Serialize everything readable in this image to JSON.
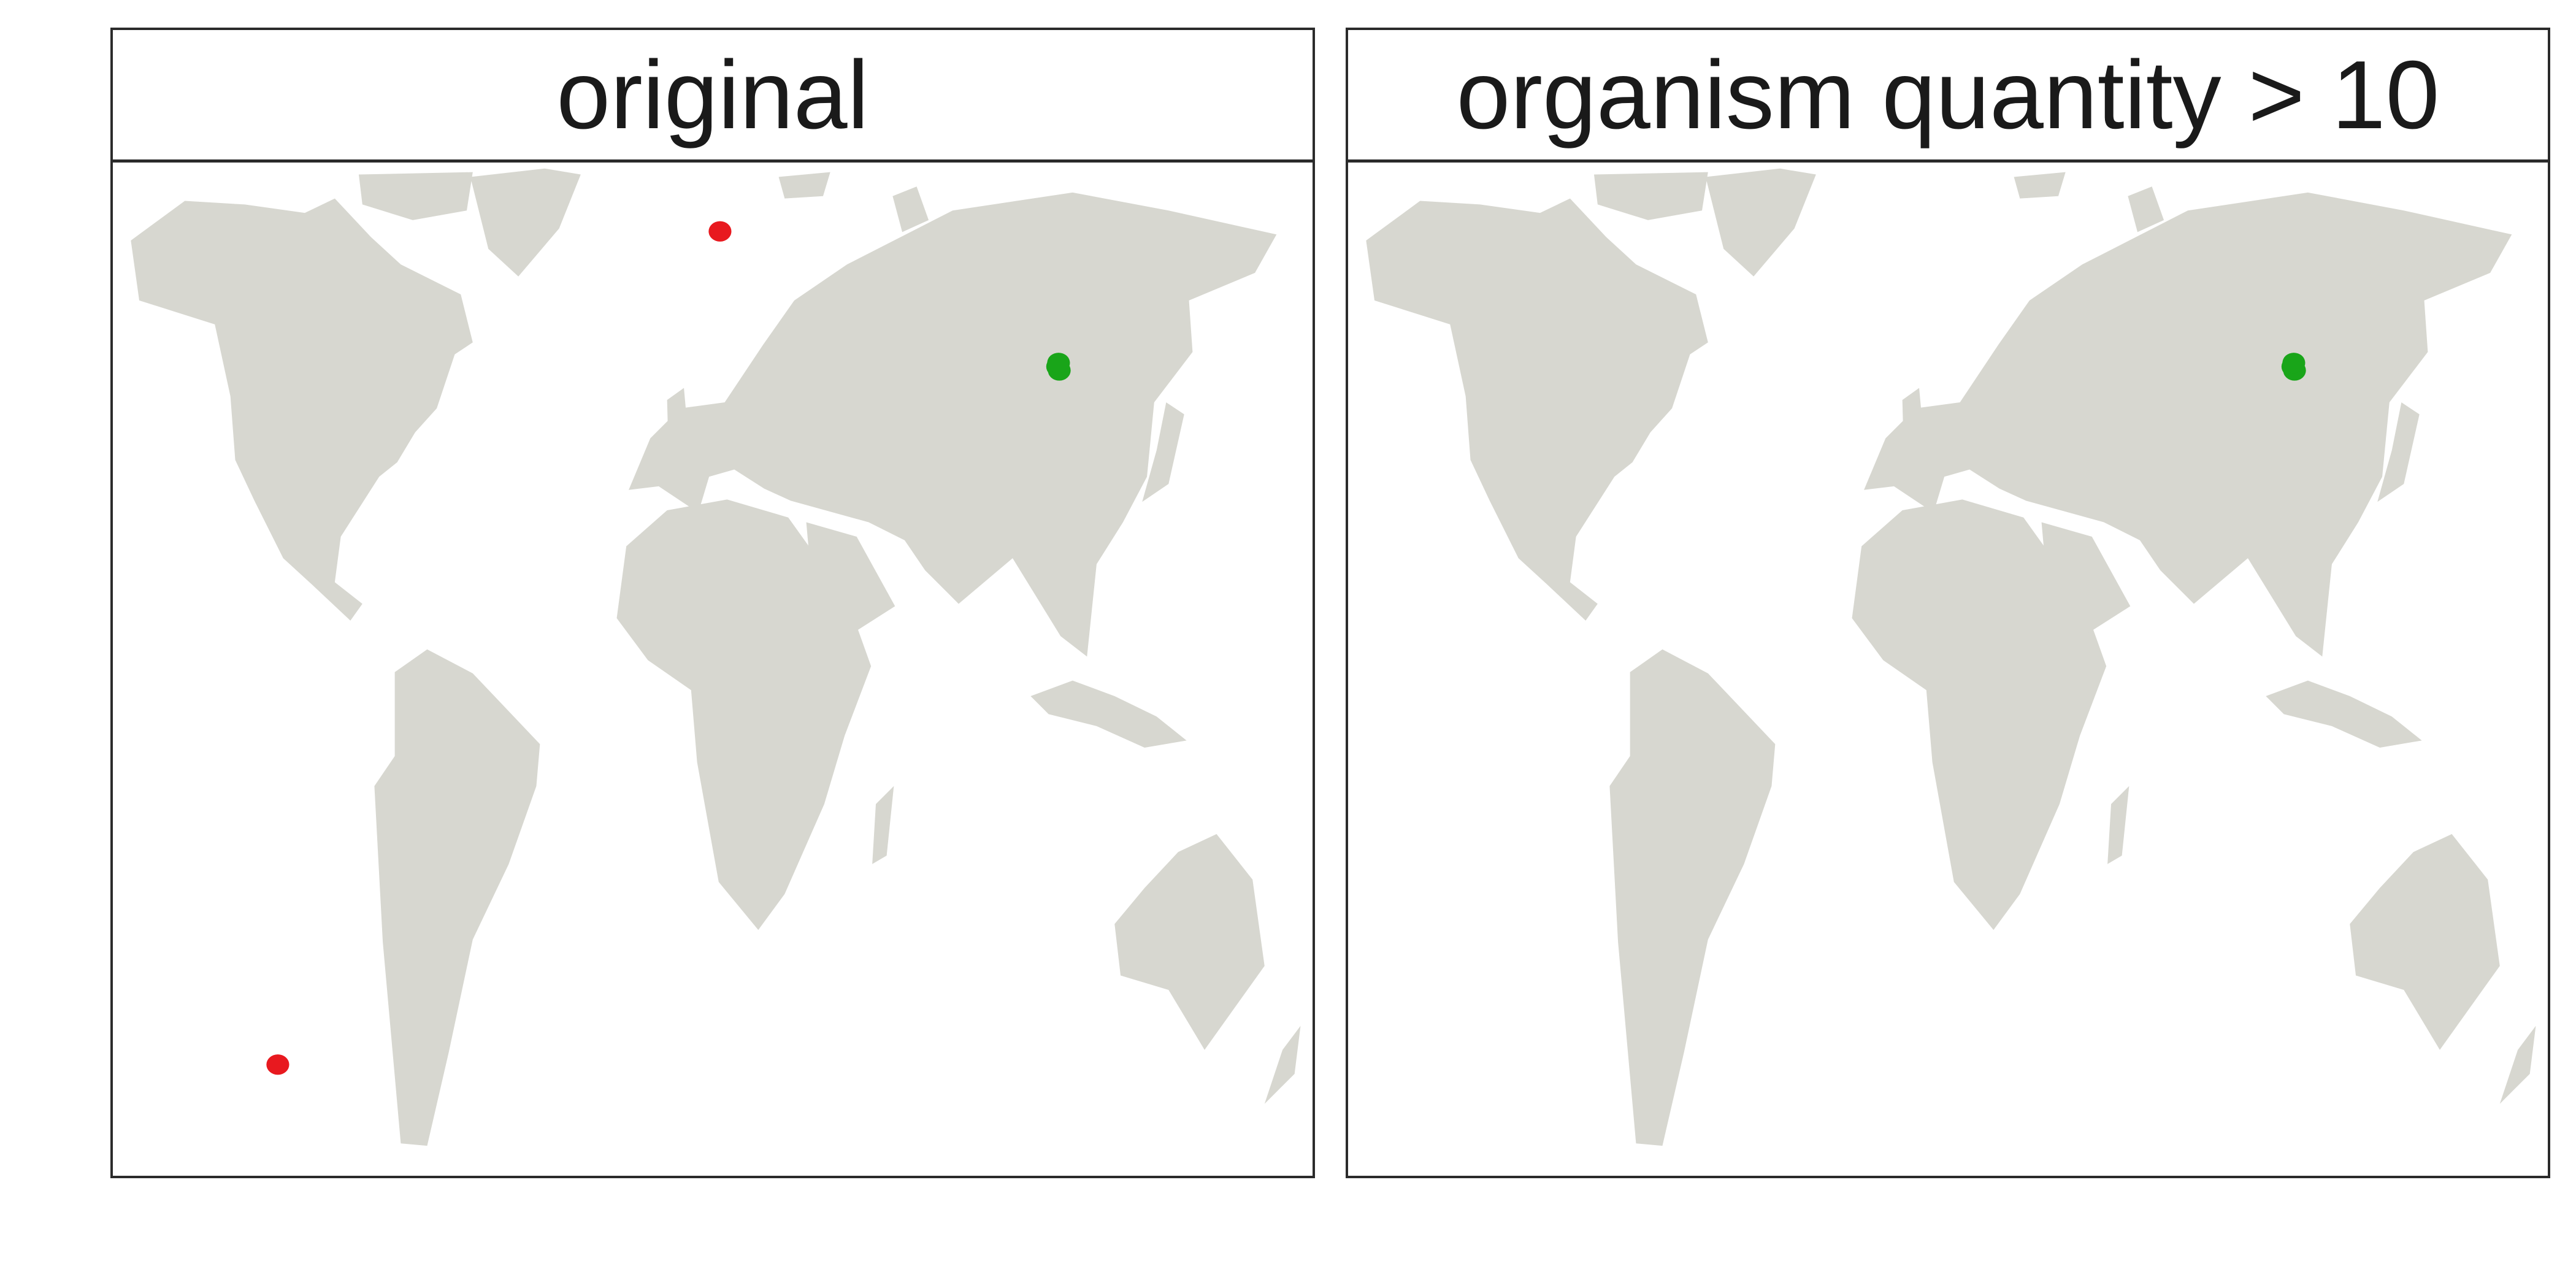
{
  "land_color": "#d7d7d0",
  "panels": [
    {
      "title": "original",
      "points": [
        {
          "lon": 2.2,
          "lat": 41.4,
          "color": "#e8191f"
        },
        {
          "lon": -130.5,
          "lat": -25.1,
          "color": "#e8191f"
        },
        {
          "lon": 103.5,
          "lat": 30.6,
          "color": "#19a519"
        },
        {
          "lon": 104.0,
          "lat": 30.3,
          "color": "#19a519"
        },
        {
          "lon": 103.8,
          "lat": 30.9,
          "color": "#19a519"
        }
      ]
    },
    {
      "title": "organism quantity > 10",
      "points": [
        {
          "lon": 103.5,
          "lat": 30.6,
          "color": "#19a519"
        },
        {
          "lon": 104.0,
          "lat": 30.3,
          "color": "#19a519"
        },
        {
          "lon": 103.8,
          "lat": 30.9,
          "color": "#19a519"
        }
      ]
    }
  ]
}
